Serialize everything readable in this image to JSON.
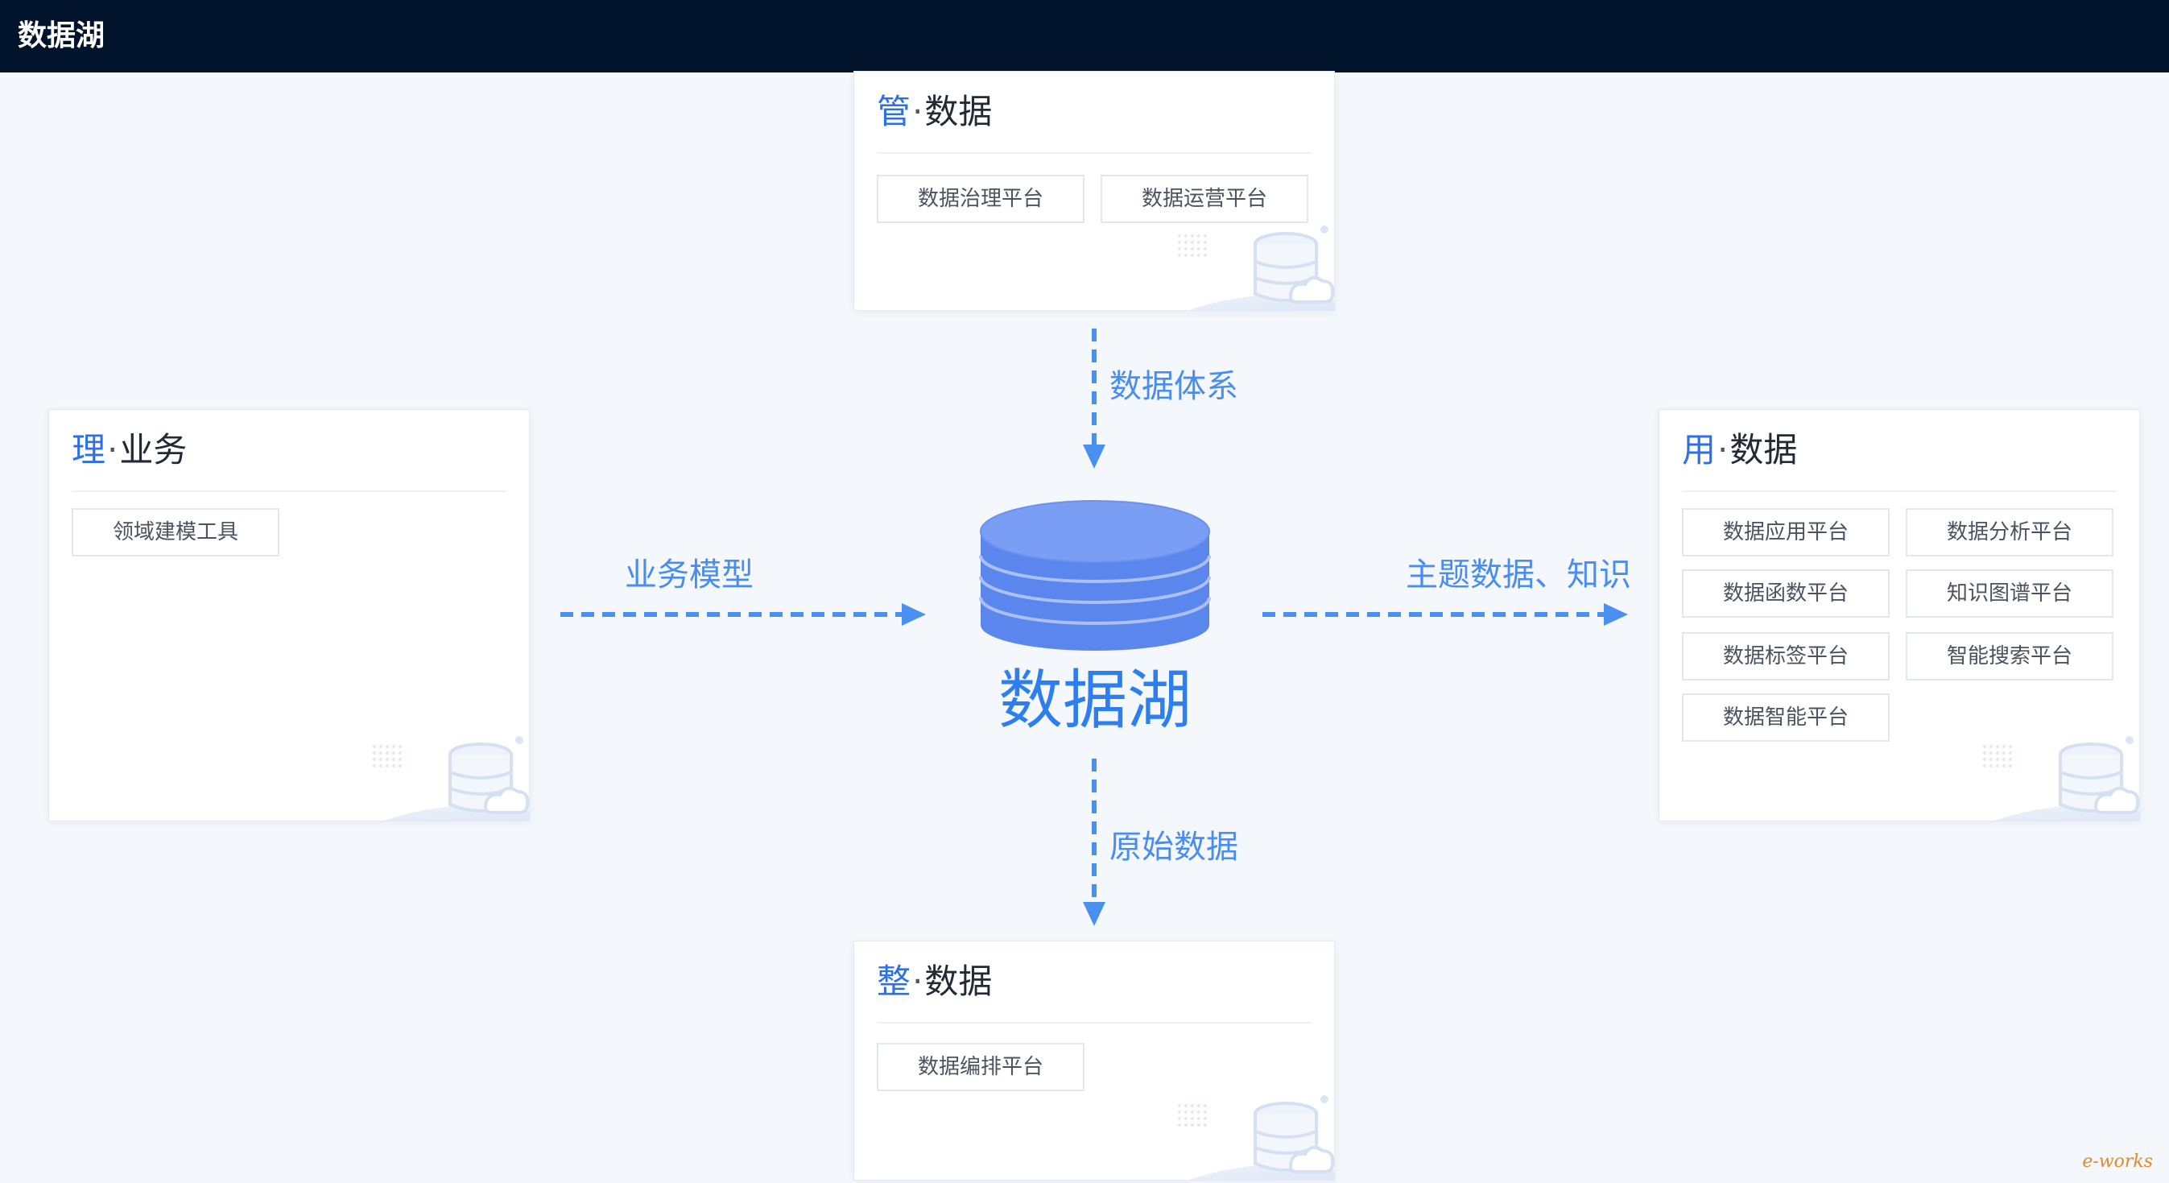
{
  "header": {
    "title": "数据湖"
  },
  "center": {
    "title": "数据湖"
  },
  "cards": {
    "manage": {
      "accent": "管",
      "separator": "·",
      "rest": "数据",
      "chips": [
        "数据治理平台",
        "数据运营平台"
      ]
    },
    "business": {
      "accent": "理",
      "separator": "·",
      "rest": "业务",
      "chips": [
        "领域建模工具"
      ]
    },
    "use": {
      "accent": "用",
      "separator": "·",
      "rest": "数据",
      "chips": [
        "数据应用平台",
        "数据分析平台",
        "数据函数平台",
        "知识图谱平台",
        "数据标签平台",
        "智能搜索平台",
        "数据智能平台"
      ]
    },
    "organize": {
      "accent": "整",
      "separator": "·",
      "rest": "数据",
      "chips": [
        "数据编排平台"
      ]
    }
  },
  "flows": {
    "top": "数据体系",
    "left": "业务模型",
    "right": "主题数据、知识",
    "bottom": "原始数据"
  },
  "watermark": "e-works",
  "colors": {
    "header_bg": "#01142c",
    "accent_blue": "#2d6fe6",
    "arrow_blue": "#4a90f0",
    "lake_blue": "#4f7fea",
    "page_bg": "#f4f7fb"
  }
}
